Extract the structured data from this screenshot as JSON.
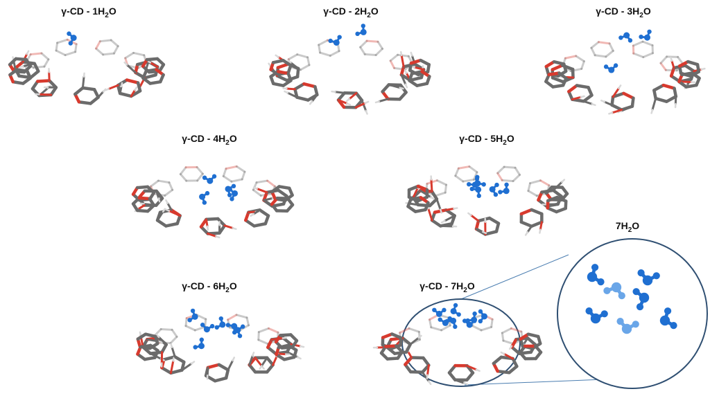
{
  "panels": [
    {
      "prefix": "γ-CD - ",
      "count": "1",
      "formula_h": "H",
      "formula_sub": "2",
      "formula_o": "O",
      "waters": 1
    },
    {
      "prefix": "γ-CD - ",
      "count": "2",
      "formula_h": "H",
      "formula_sub": "2",
      "formula_o": "O",
      "waters": 2
    },
    {
      "prefix": "γ-CD - ",
      "count": "3",
      "formula_h": "H",
      "formula_sub": "2",
      "formula_o": "O",
      "waters": 3
    },
    {
      "prefix": "γ-CD - ",
      "count": "4",
      "formula_h": "H",
      "formula_sub": "2",
      "formula_o": "O",
      "waters": 4
    },
    {
      "prefix": "γ-CD - ",
      "count": "5",
      "formula_h": "H",
      "formula_sub": "2",
      "formula_o": "O",
      "waters": 5
    },
    {
      "prefix": "γ-CD - ",
      "count": "6",
      "formula_h": "H",
      "formula_sub": "2",
      "formula_o": "O",
      "waters": 6
    },
    {
      "prefix": "γ-CD - ",
      "count": "7",
      "formula_h": "H",
      "formula_sub": "2",
      "formula_o": "O",
      "waters": 7
    }
  ],
  "zoom_label": {
    "count": "7",
    "formula_h": "H",
    "formula_sub": "2",
    "formula_o": "O",
    "waters": 7
  },
  "colors": {
    "carbon": "#6b6b6b",
    "oxygen": "#d83a2e",
    "hydrogen": "#d8d8d8",
    "water": "#1f6fd1",
    "water_light": "#6aa6e8",
    "circle": "#2f4f72"
  }
}
